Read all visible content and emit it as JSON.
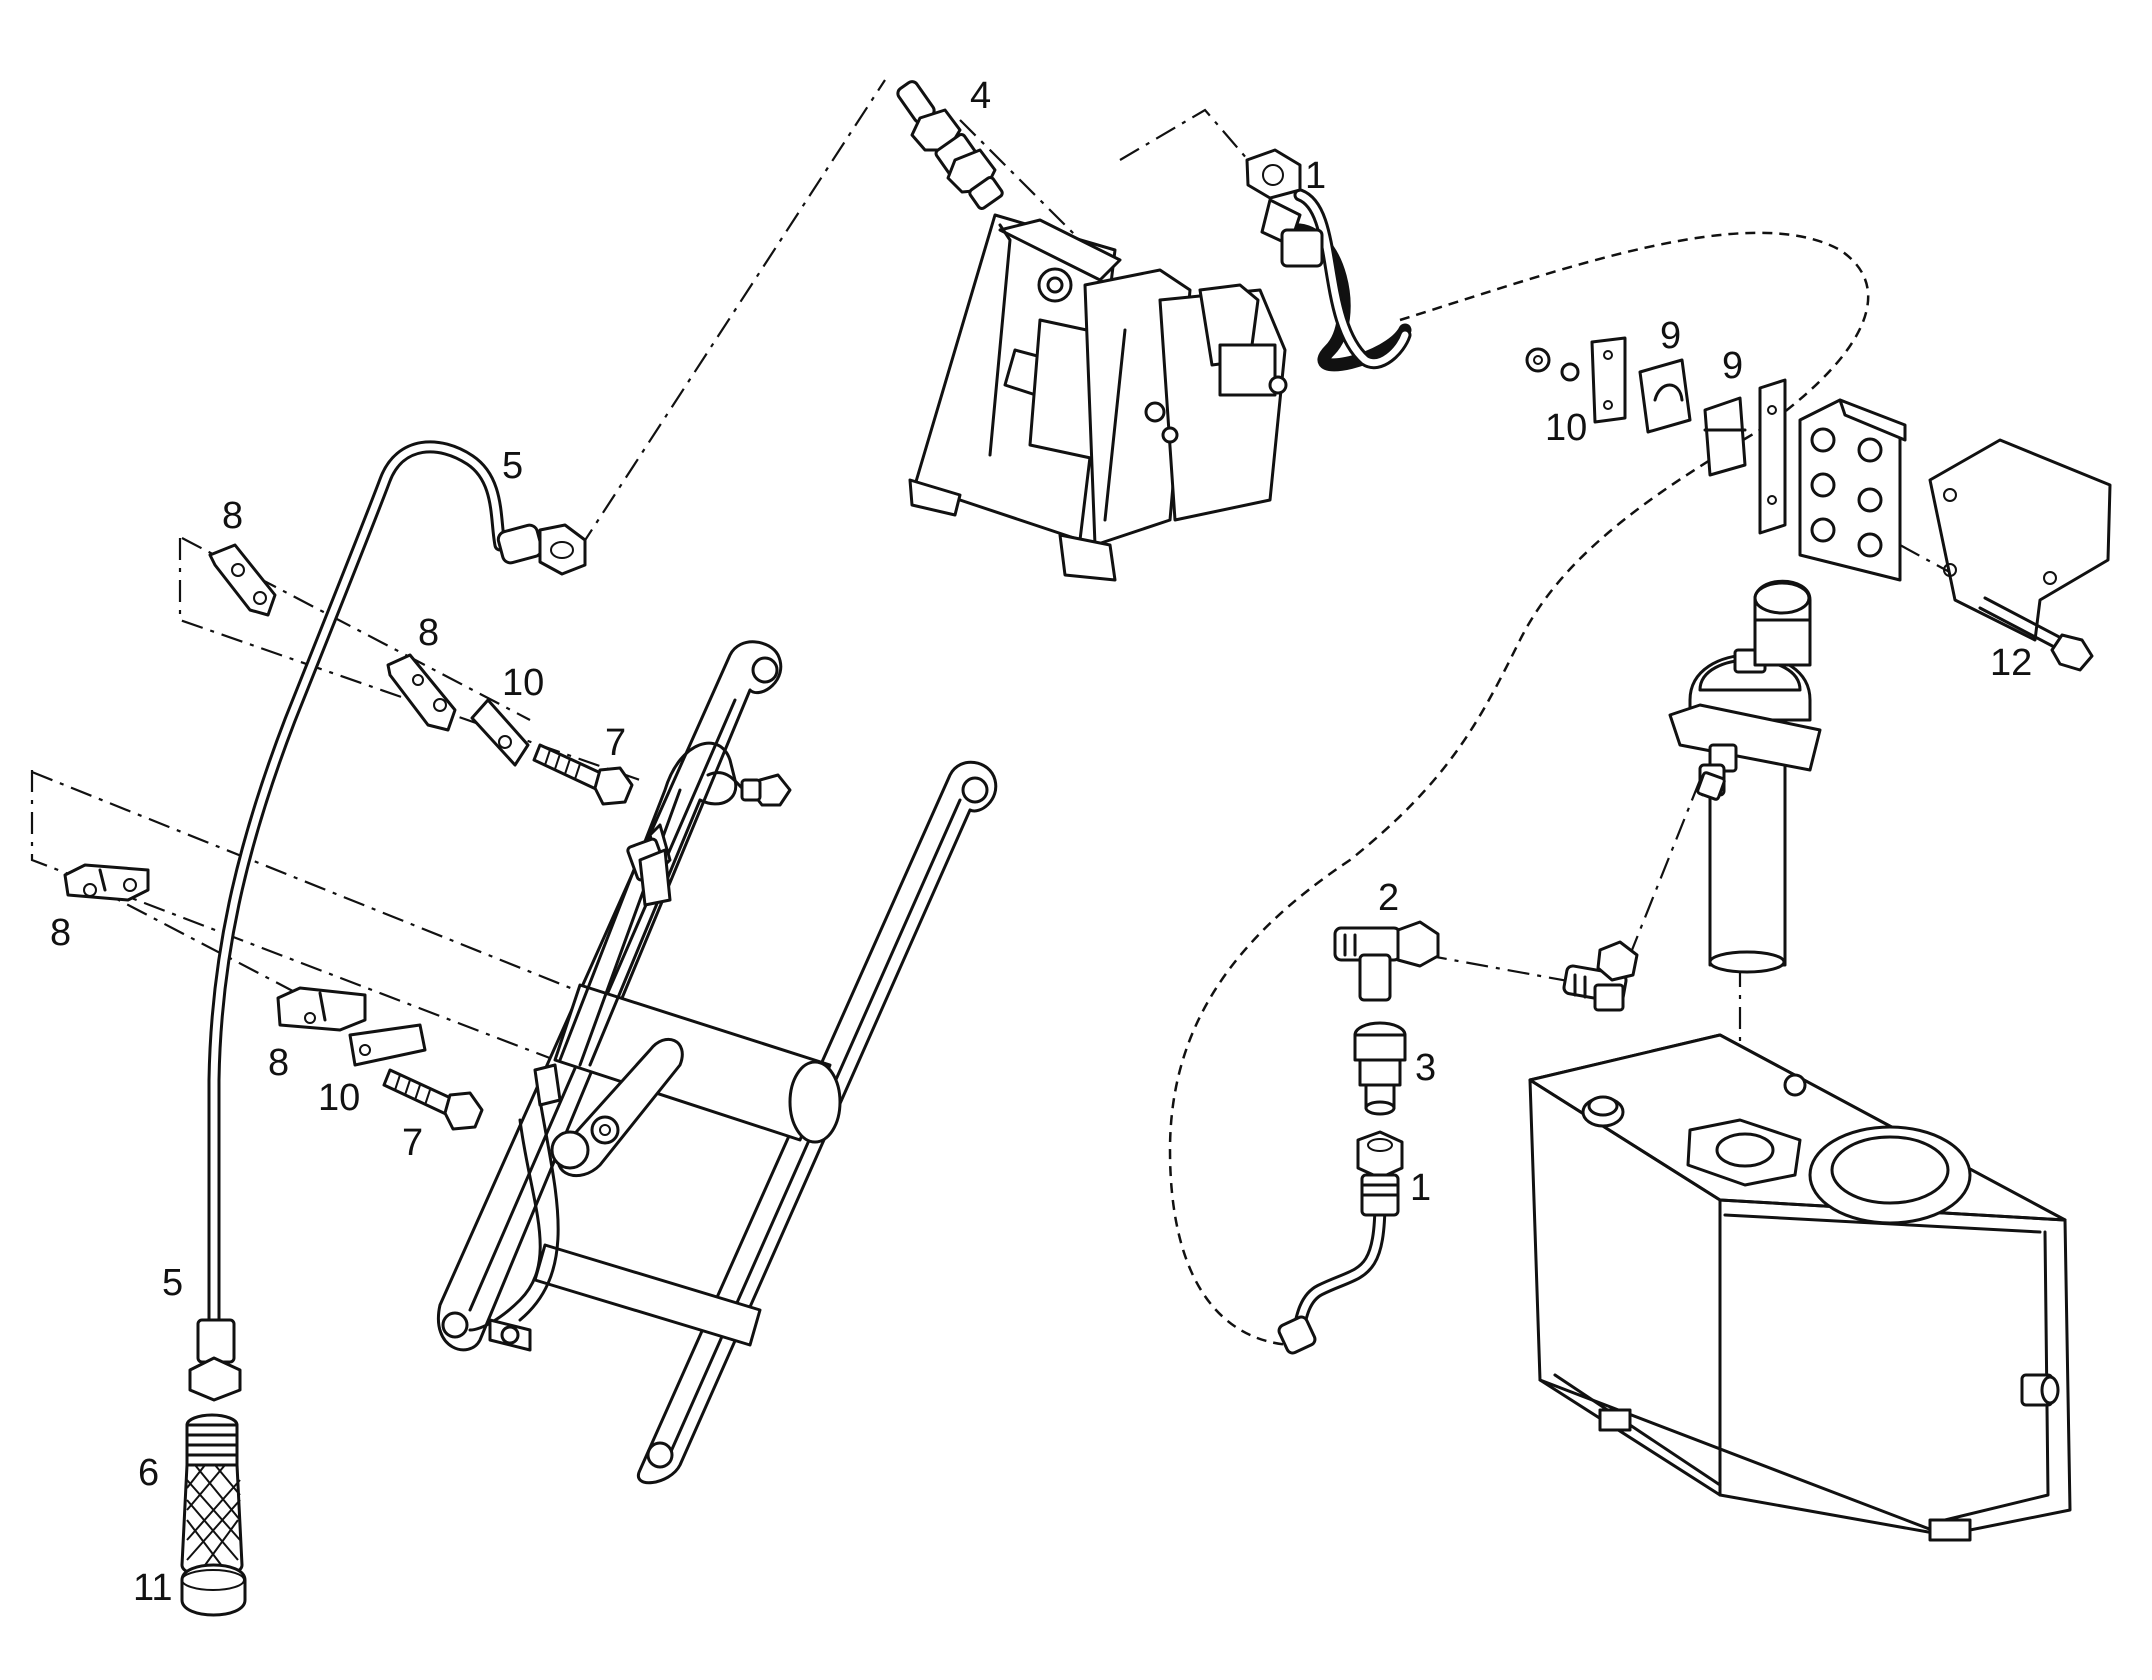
{
  "diagram": {
    "labels": {
      "l1a": "1",
      "l1b": "1",
      "l2": "2",
      "l3": "3",
      "l4": "4",
      "l5a": "5",
      "l5b": "5",
      "l6": "6",
      "l7a": "7",
      "l7b": "7",
      "l8a": "8",
      "l8b": "8",
      "l8c": "8",
      "l8d": "8",
      "l9a": "9",
      "l9b": "9",
      "l10a": "10",
      "l10b": "10",
      "l10c": "10",
      "l11": "11",
      "l12": "12"
    }
  }
}
